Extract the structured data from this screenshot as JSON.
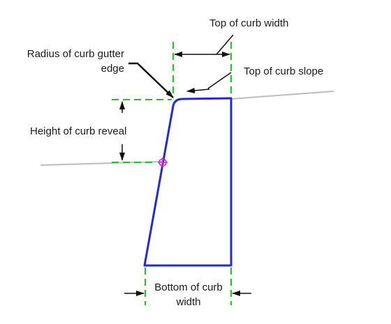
{
  "labels": {
    "top_of_curb_width": "Top of curb width",
    "radius_line1": "Radius of curb gutter",
    "radius_line2": "edge",
    "top_of_curb_slope": "Top of curb slope",
    "height_of_curb_reveal": "Height of curb reveal",
    "bottom_line1": "Bottom of curb",
    "bottom_line2": "width"
  },
  "colors": {
    "curb_outline": "#1f2bd6",
    "guide_lines": "#22c422",
    "ground_line": "#bdbdbd",
    "marker": "#e01ad0",
    "arrows": "#111111",
    "text": "#1a1a1a"
  },
  "icons": {
    "insertion_marker": "crosshair-circle-icon"
  }
}
